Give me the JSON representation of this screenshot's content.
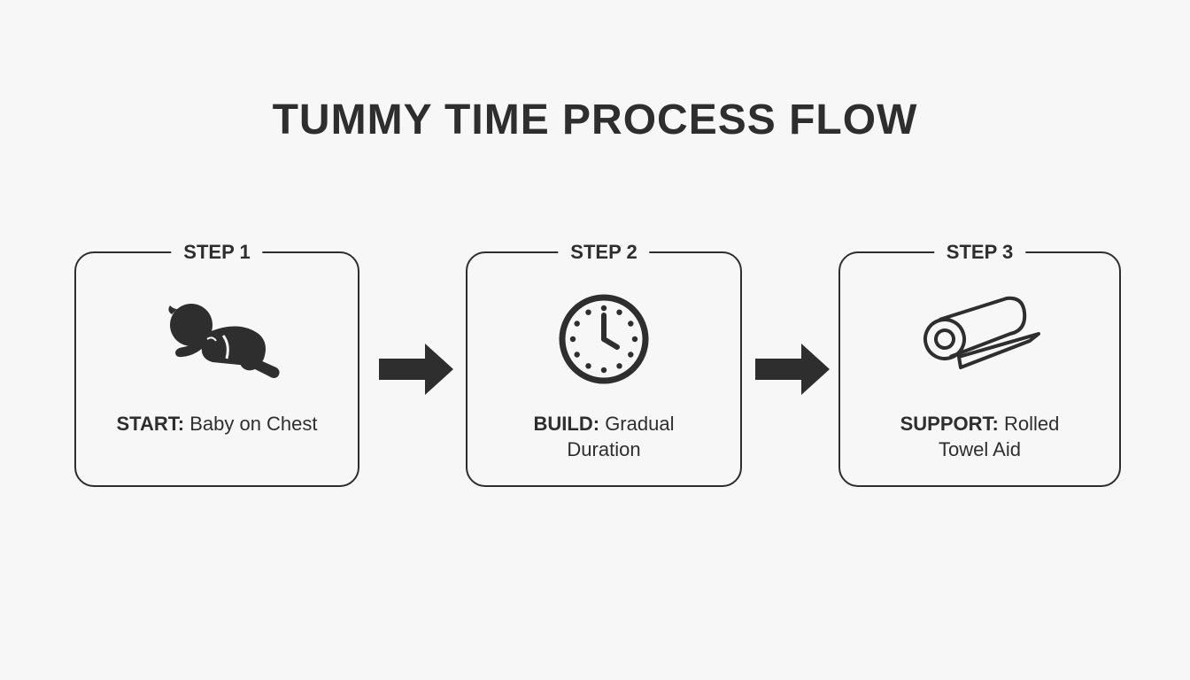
{
  "title": "TUMMY TIME PROCESS FLOW",
  "steps": [
    {
      "label": "STEP 1",
      "icon": "crawling-baby-icon",
      "caption_bold": "START:",
      "caption_line1": "Baby on Chest",
      "caption_line2": ""
    },
    {
      "label": "STEP 2",
      "icon": "clock-icon",
      "caption_bold": "BUILD:",
      "caption_line1": "Gradual",
      "caption_line2": "Duration"
    },
    {
      "label": "STEP 3",
      "icon": "rolled-towel-icon",
      "caption_bold": "SUPPORT:",
      "caption_line1": "Rolled",
      "caption_line2": "Towel Aid"
    }
  ],
  "colors": {
    "background": "#f7f7f7",
    "ink": "#2e2e2e"
  }
}
